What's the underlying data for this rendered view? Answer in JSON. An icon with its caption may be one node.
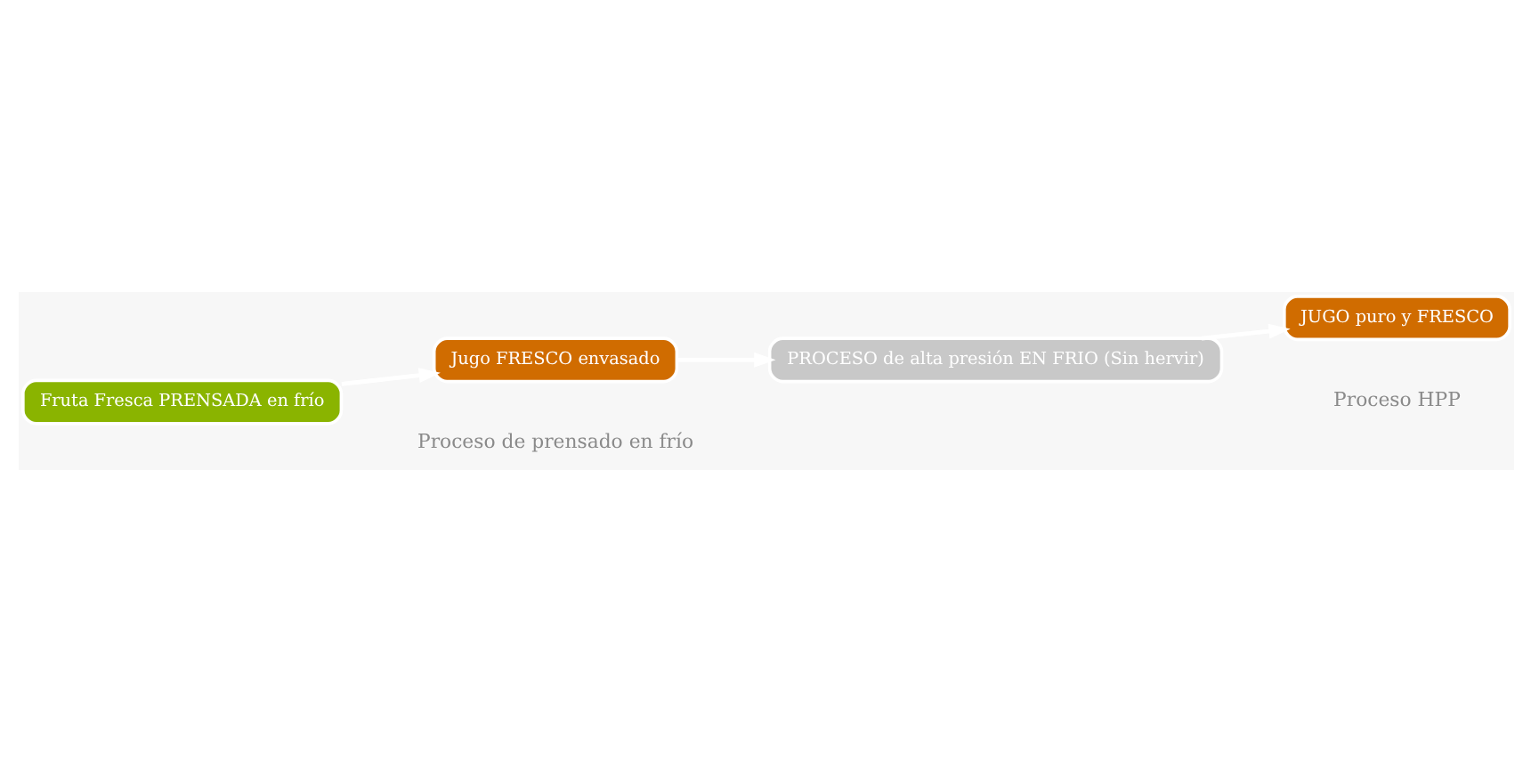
{
  "diagram": {
    "nodes": [
      {
        "text": [
          "Fruta Fresca PRENSADA en frío"
        ]
      },
      {
        "text": [
          "Jugo FRESCO envasado"
        ]
      },
      {
        "text": [
          "PROCESO de alta presión EN FRIO (Sin hervir)"
        ]
      },
      {
        "text": [
          "JUGO puro y FRESCO"
        ]
      }
    ],
    "edges": [
      {
        "from": 0,
        "to": 1,
        "arrow": "to"
      },
      {
        "from": 1,
        "to": 2,
        "arrow": "to"
      },
      {
        "from": 2,
        "to": 3,
        "arrow": "to"
      }
    ],
    "labels": [
      "Proceso de prensado en frío",
      "Proceso HPP"
    ]
  }
}
